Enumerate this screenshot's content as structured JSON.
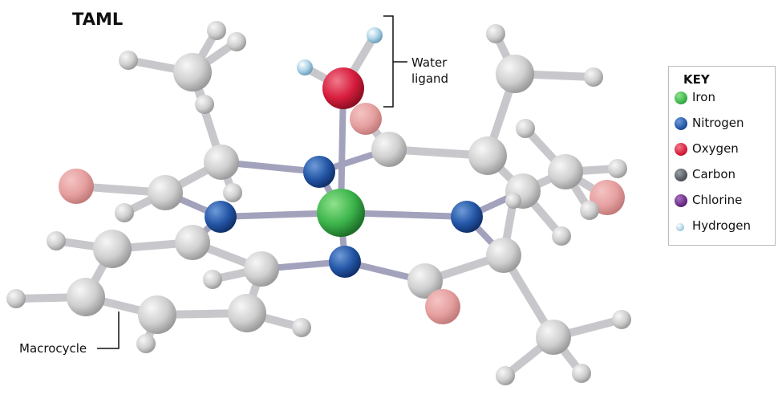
{
  "title": "TAML",
  "callouts": {
    "water_ligand": "Water ligand",
    "macrocycle": "Macrocycle"
  },
  "key": {
    "title": "KEY",
    "items": [
      {
        "label": "Iron",
        "color": "#3cb44b"
      },
      {
        "label": "Nitrogen",
        "color": "#2456a6"
      },
      {
        "label": "Oxygen",
        "color": "#d81d3e"
      },
      {
        "label": "Carbon",
        "color": "#555a60"
      },
      {
        "label": "Chlorine",
        "color": "#6a2c84"
      },
      {
        "label": "Hydrogen",
        "color": "#a8d0e6"
      }
    ]
  },
  "colors": {
    "bond": "#c8c8cc",
    "metal_bond": "#a3a2bd",
    "carbon_atom": "#cfcfcf",
    "hydrogen_atom": "#d4d4d4",
    "faded_oxygen": "#e6a0a0"
  }
}
